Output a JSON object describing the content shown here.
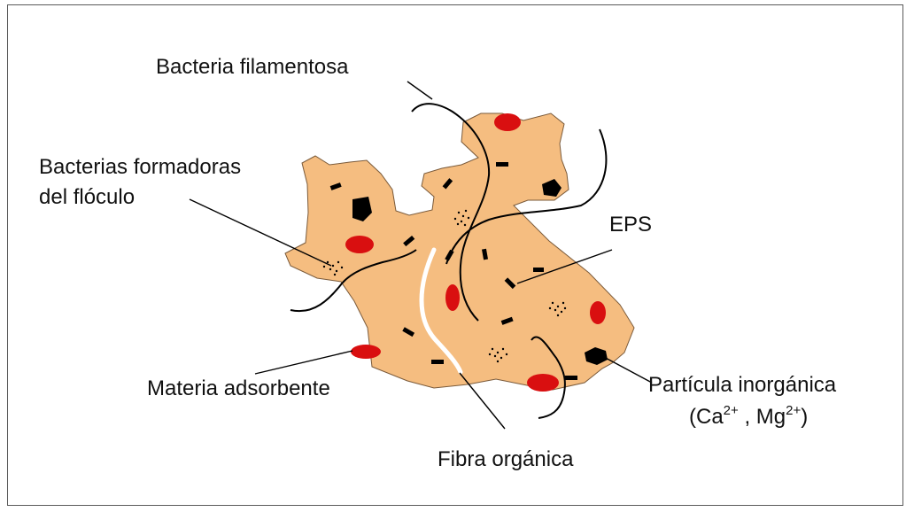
{
  "colors": {
    "floc": "#f5bd80",
    "floc_edge": "#7a5a3a",
    "adsorbed_matter": "#d90f10",
    "bacteria": "#000000",
    "organic_fiber": "#ffffff",
    "filament": "#000000"
  },
  "labels": {
    "filamentous_bacteria": "Bacteria filamentosa",
    "floc_forming_bacteria_line1": "Bacterias formadoras",
    "floc_forming_bacteria_line2": "del flóculo",
    "eps": "EPS",
    "adsorbed_matter": "Materia adsorbente",
    "inorganic_particle": "Partícula inorgánica",
    "inorganic_ions_open": "(Ca",
    "inorganic_ca_charge": "2+",
    "inorganic_ions_sep": " , Mg",
    "inorganic_mg_charge": "2+",
    "inorganic_ions_close": ")",
    "organic_fiber": "Fibra orgánica"
  }
}
